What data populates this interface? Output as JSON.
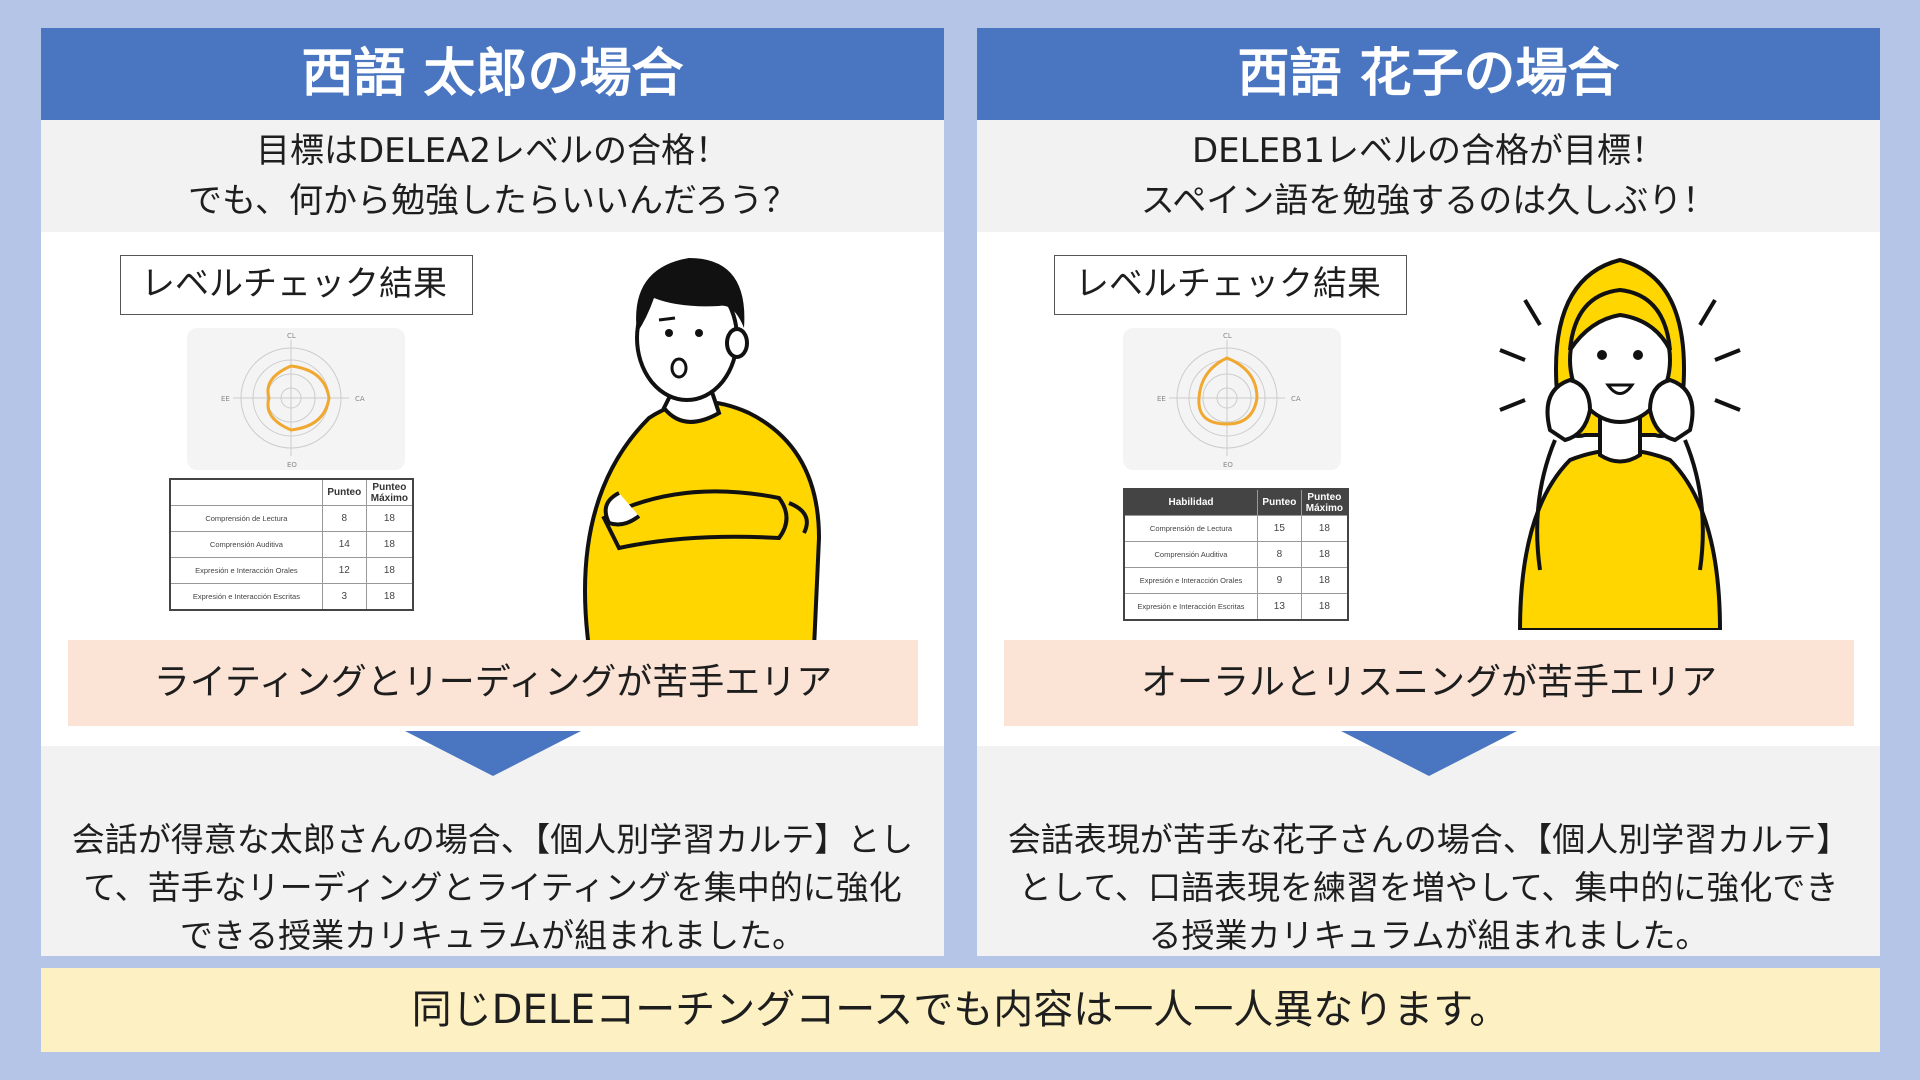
{
  "colors": {
    "background": "#b4c5e8",
    "header": "#4a76c1",
    "goal_bg": "#f2f2f2",
    "weak_bg": "#fbe4d6",
    "footer_bg": "#fdf0c3",
    "shirt": "#ffd600"
  },
  "left": {
    "title": "西語 太郎の場合",
    "goal_line1": "目標はDELEA2レベルの合格！",
    "goal_line2": "でも、何から勉強したらいいんだろう？",
    "level_label": "レベルチェック結果",
    "radar": {
      "top": "CL",
      "right": "CA",
      "bottom": "EO",
      "left": "EE"
    },
    "table": {
      "headers": [
        "",
        "Punteo",
        "Punteo Máximo"
      ],
      "rows": [
        {
          "name": "Comprensión de Lectura",
          "score": "8",
          "max": "18"
        },
        {
          "name": "Comprensión Auditiva",
          "score": "14",
          "max": "18"
        },
        {
          "name": "Expresión e Interacción Orales",
          "score": "12",
          "max": "18"
        },
        {
          "name": "Expresión e Interacción Escritas",
          "score": "3",
          "max": "18"
        }
      ]
    },
    "illustration": "thinking-man-icon",
    "weak_area": "ライティングとリーディングが苦手エリア",
    "result_text": "会話が得意な太郎さんの場合、【個人別学習カルテ】として、苦手なリーディングとライティングを集中的に強化できる授業カリキュラムが組まれました。"
  },
  "right": {
    "title": "西語 花子の場合",
    "goal_line1": "DELEB1レベルの合格が目標！",
    "goal_line2": "スペイン語を勉強するのは久しぶり！",
    "level_label": "レベルチェック結果",
    "radar": {
      "top": "CL",
      "right": "CA",
      "bottom": "EO",
      "left": "EE"
    },
    "table": {
      "headers": [
        "Habilidad",
        "Punteo",
        "Punteo Máximo"
      ],
      "rows": [
        {
          "name": "Comprensión de Lectura",
          "score": "15",
          "max": "18"
        },
        {
          "name": "Comprensión Auditiva",
          "score": "8",
          "max": "18"
        },
        {
          "name": "Expresión e Interacción Orales",
          "score": "9",
          "max": "18"
        },
        {
          "name": "Expresión e Interacción Escritas",
          "score": "13",
          "max": "18"
        }
      ]
    },
    "illustration": "excited-woman-icon",
    "weak_area": "オーラルとリスニングが苦手エリア",
    "result_text": "会話表現が苦手な花子さんの場合、【個人別学習カルテ】として、口語表現を練習を増やして、集中的に強化できる授業カリキュラムが組まれました。"
  },
  "footer": "同じDELEコーチングコースでも内容は一人一人異なります。"
}
